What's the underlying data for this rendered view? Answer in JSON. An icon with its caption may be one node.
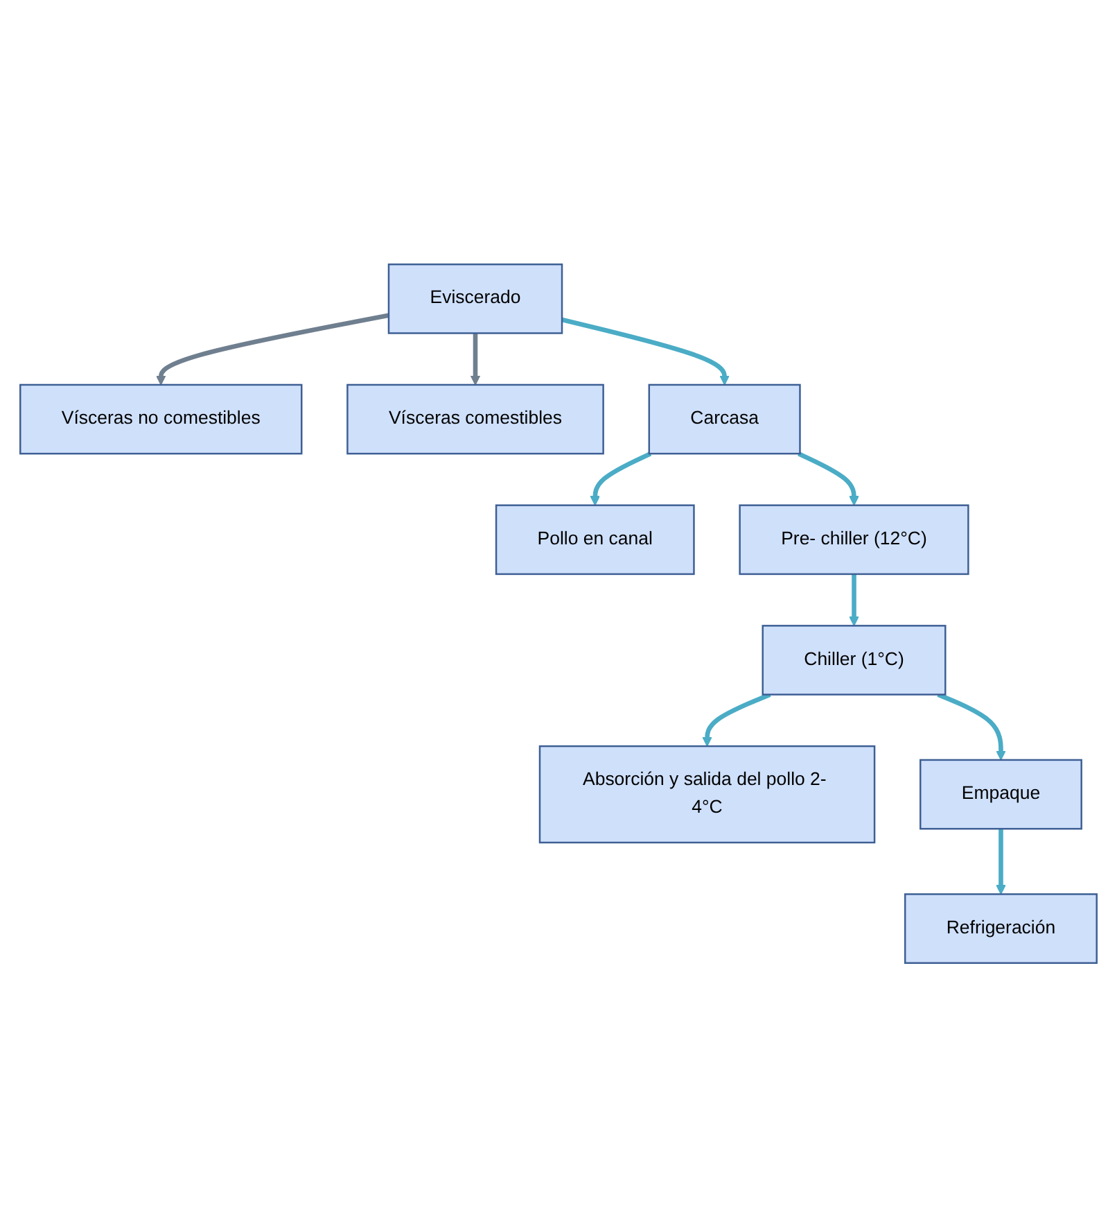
{
  "diagram": {
    "nodes": [
      {
        "text": [
          "Eviscerado"
        ]
      },
      {
        "text": [
          "Vísceras no comestibles"
        ]
      },
      {
        "text": [
          "Vísceras comestibles"
        ]
      },
      {
        "text": [
          "Carcasa"
        ]
      },
      {
        "text": [
          "Pollo en canal"
        ]
      },
      {
        "text": [
          "Pre- chiller (12°C)"
        ]
      },
      {
        "text": [
          "Chiller (1°C)"
        ]
      },
      {
        "text": [
          "Absorción y salida del pollo 2- 4°C"
        ]
      },
      {
        "text": [
          "Empaque"
        ]
      },
      {
        "text": [
          "Refrigeración"
        ]
      }
    ],
    "edges": [
      {
        "from": 0,
        "to": 1,
        "arrow": "to",
        "color": "#6f7f8f"
      },
      {
        "from": 0,
        "to": 2,
        "arrow": "to",
        "color": "#6f7f8f"
      },
      {
        "from": 0,
        "to": 3,
        "arrow": "to"
      },
      {
        "from": 3,
        "to": 4,
        "arrow": "to"
      },
      {
        "from": 3,
        "to": 5,
        "arrow": "to"
      },
      {
        "from": 5,
        "to": 6,
        "arrow": "to"
      },
      {
        "from": 6,
        "to": 7,
        "arrow": "to"
      },
      {
        "from": 6,
        "to": 8,
        "arrow": "to"
      },
      {
        "from": 8,
        "to": 9,
        "arrow": "to"
      }
    ]
  }
}
